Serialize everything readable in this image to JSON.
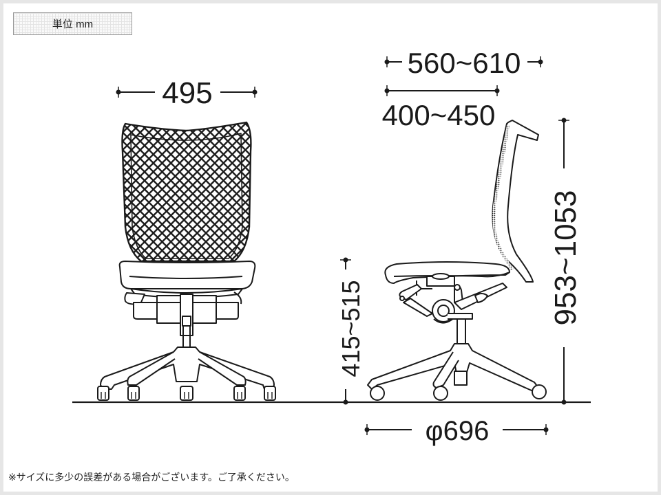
{
  "unit_label": "単位 mm",
  "note": "※サイズに多少の誤差がある場合がございます。ご了承ください。",
  "front_view": {
    "width_label": "495"
  },
  "side_view": {
    "overall_depth_label": "560~610",
    "seat_depth_label": "400~450",
    "seat_height_label": "415~515",
    "overall_height_label": "953~1053",
    "base_diameter_label": "φ696"
  },
  "colors": {
    "line": "#1a1a1a",
    "frame": "#e6e6e6",
    "background": "#ffffff"
  }
}
